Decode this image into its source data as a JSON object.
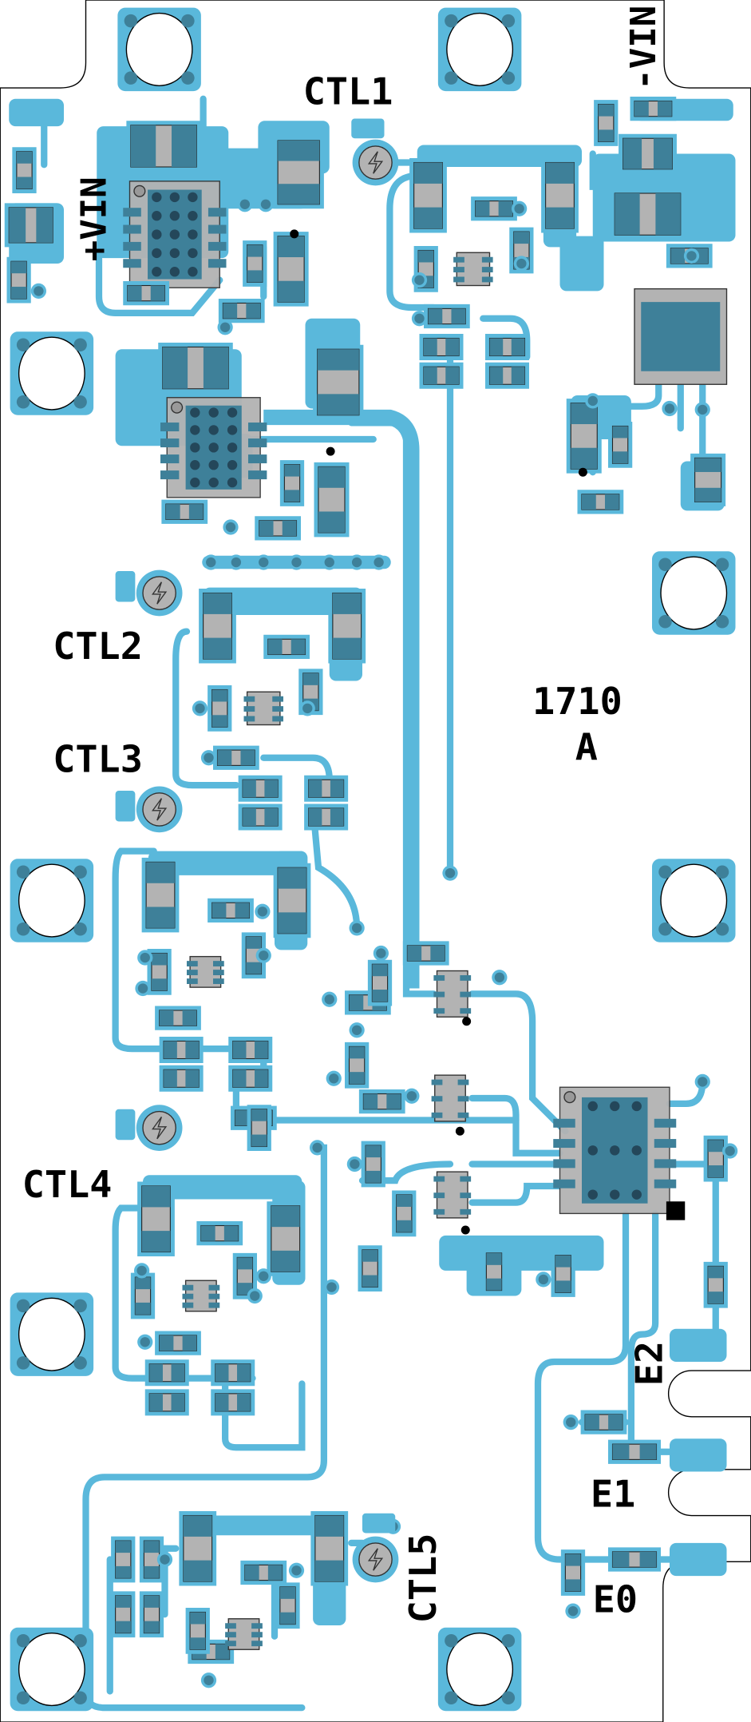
{
  "labels": {
    "ctl1": "CTL1",
    "ctl2": "CTL2",
    "ctl3": "CTL3",
    "ctl4": "CTL4",
    "ctl5": "CTL5",
    "plus_vin": "+VIN",
    "minus_vin": "-VIN",
    "board_number": "1710",
    "board_rev": "A",
    "e2": "E2",
    "e1": "E1",
    "e0": "E0"
  },
  "colors": {
    "copper": "#5ab8db",
    "pad_dark": "#3e8099",
    "body": "#b3b3b3",
    "via": "#24566d",
    "outline": "#000000"
  }
}
